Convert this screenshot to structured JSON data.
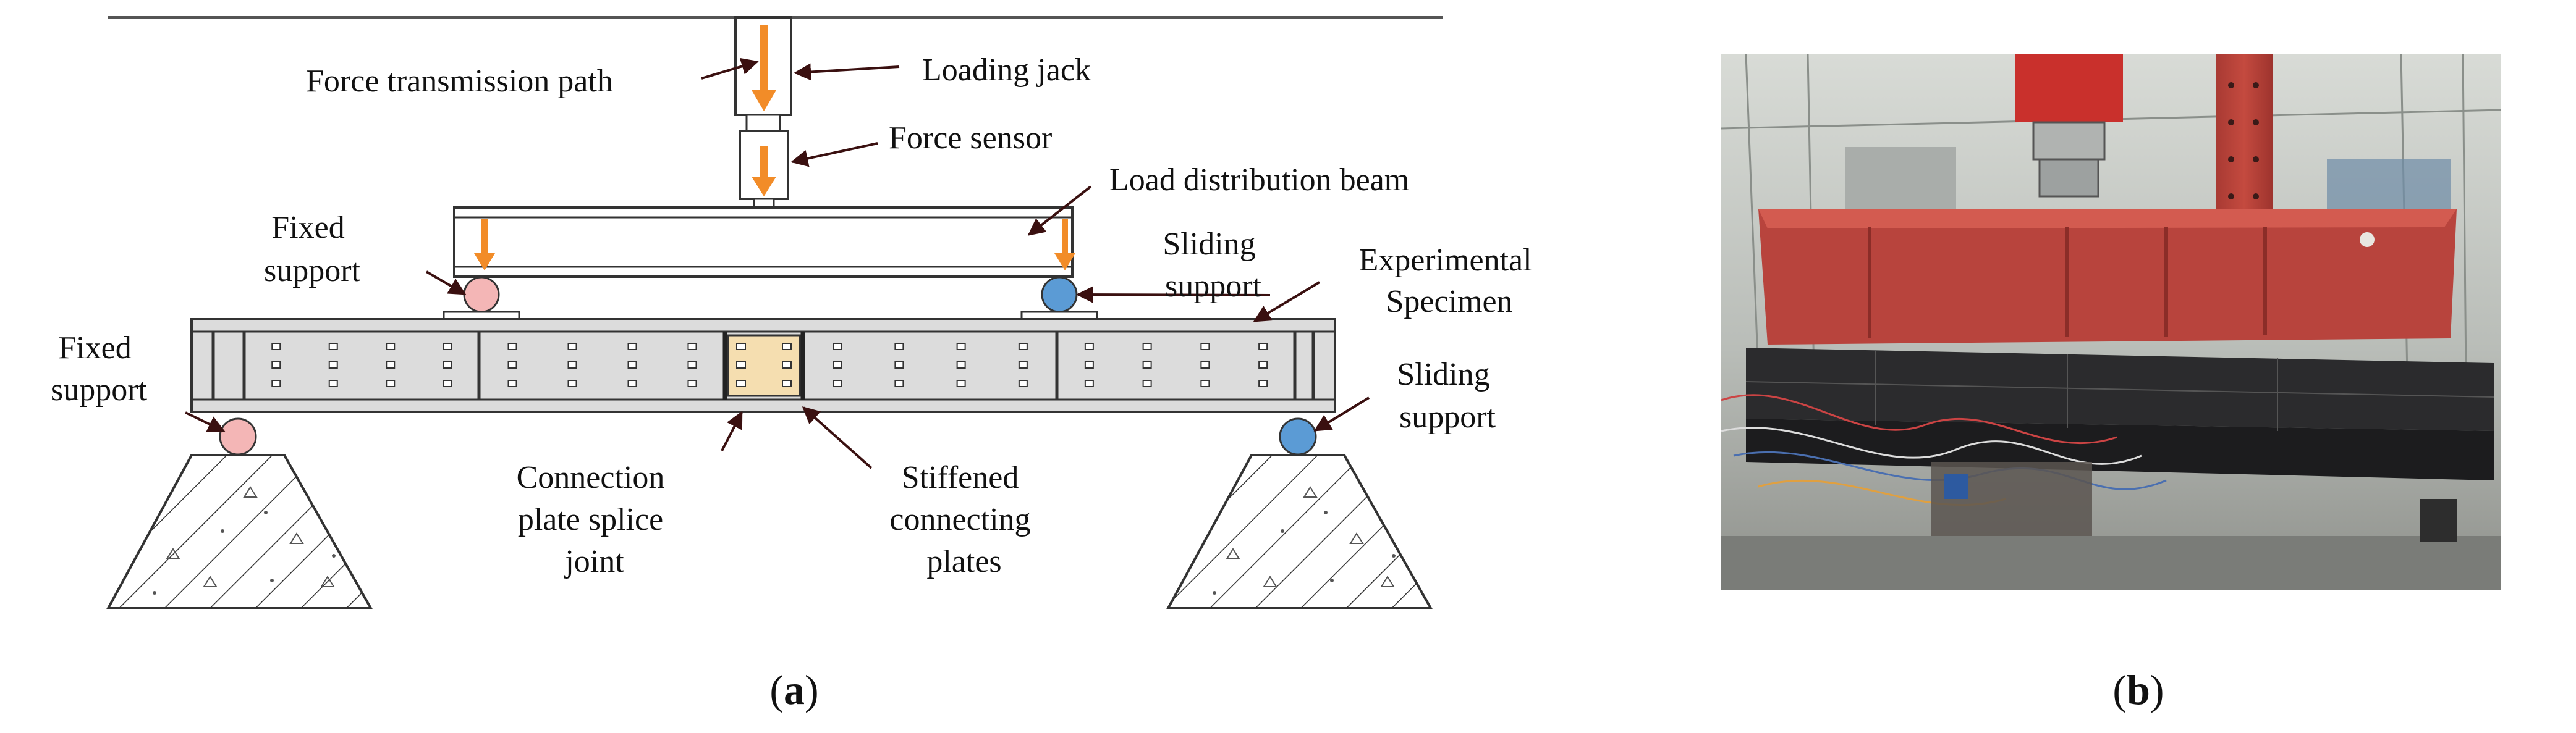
{
  "panel_a": {
    "labels": {
      "force_path": "Force transmission path",
      "loading_jack": "Loading jack",
      "force_sensor": "Force sensor",
      "load_beam": "Load distribution beam",
      "fixed_support_top_1": "Fixed",
      "fixed_support_top_2": "support",
      "sliding_support_top_1": "Sliding",
      "sliding_support_top_2": "support",
      "specimen_1": "Experimental",
      "specimen_2": "Specimen",
      "fixed_support_bottom_1": "Fixed",
      "fixed_support_bottom_2": "support",
      "sliding_support_bottom_1": "Sliding",
      "sliding_support_bottom_2": "support",
      "splice_1": "Connection",
      "splice_2": "plate splice",
      "splice_3": "joint",
      "stiffened_1": "Stiffened",
      "stiffened_2": "connecting",
      "stiffened_3": "plates"
    },
    "caption": {
      "open": "(",
      "letter": "a",
      "close": ")"
    }
  },
  "panel_b": {
    "caption": {
      "open": "(",
      "letter": "b",
      "close": ")"
    }
  },
  "colors": {
    "arrow": "#f28c28",
    "fixed_support": "#f4b6b6",
    "sliding_support": "#5b9bd5",
    "specimen": "#dcdcdc",
    "stiffener_plate": "#f5deb0",
    "jack_red": "#c9302c",
    "beam_red": "#b8443d"
  }
}
